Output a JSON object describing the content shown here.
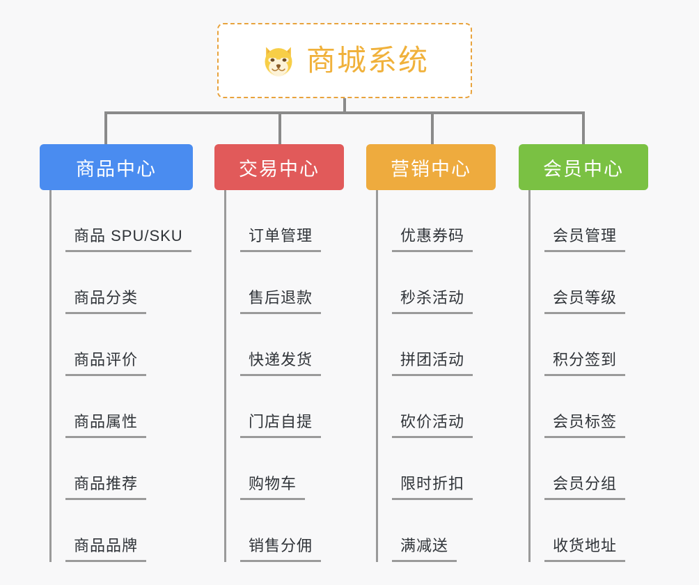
{
  "diagram": {
    "type": "mindmap",
    "background_color": "#f8f8f9",
    "root": {
      "title": "商城系统",
      "icon": "shiba-dog-face-emoji",
      "text_color": "#f0b13b",
      "border_color": "#e8a33d",
      "fill_color": "#ffffff"
    },
    "connector_color": "#8a8a8a",
    "branches": [
      {
        "label": "商品中心",
        "color": "#4a8cf0",
        "items": [
          "商品 SPU/SKU",
          "商品分类",
          "商品评价",
          "商品属性",
          "商品推荐",
          "商品品牌"
        ]
      },
      {
        "label": "交易中心",
        "color": "#e15a5a",
        "items": [
          "订单管理",
          "售后退款",
          "快递发货",
          "门店自提",
          "购物车",
          "销售分佣"
        ]
      },
      {
        "label": "营销中心",
        "color": "#eeab3e",
        "items": [
          "优惠券码",
          "秒杀活动",
          "拼团活动",
          "砍价活动",
          "限时折扣",
          "满减送"
        ]
      },
      {
        "label": "会员中心",
        "color": "#7ac143",
        "items": [
          "会员管理",
          "会员等级",
          "积分签到",
          "会员标签",
          "会员分组",
          "收货地址"
        ]
      }
    ]
  }
}
